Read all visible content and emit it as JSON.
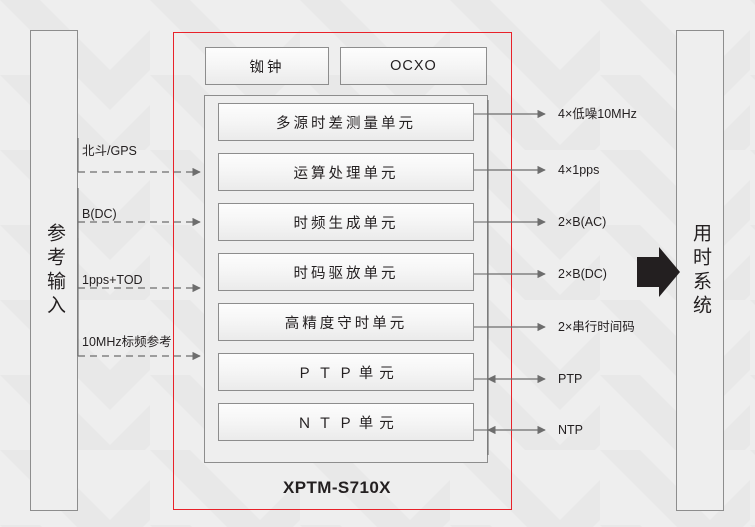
{
  "diagram": {
    "title_model": "XPTM-S710X",
    "accent_color": "#e8222a",
    "background_color": "#eeeeee",
    "line_color": "#6d6d6d",
    "box_border_color": "#8d8d8d"
  },
  "left_block": {
    "label": "参考输入"
  },
  "right_block": {
    "label": "用时系统"
  },
  "inputs": [
    {
      "label": "北斗/GPS"
    },
    {
      "label": "B(DC)"
    },
    {
      "label": "1pps+TOD"
    },
    {
      "label": "10MHz标频参考",
      "unit_sub": "z"
    }
  ],
  "clock_boxes": [
    {
      "label": "铷钟"
    },
    {
      "label": "OCXO"
    }
  ],
  "units": [
    {
      "label": "多源时差测量单元"
    },
    {
      "label": "运算处理单元"
    },
    {
      "label": "时频生成单元"
    },
    {
      "label": "时码驱放单元"
    },
    {
      "label": "高精度守时单元"
    },
    {
      "label": "Ｐ Ｔ Ｐ 单 元"
    },
    {
      "label": "Ｎ Ｔ Ｐ 单 元"
    }
  ],
  "outputs": [
    {
      "label": "4×低噪10MHz",
      "bidirectional": false
    },
    {
      "label": "4×1pps",
      "bidirectional": false
    },
    {
      "label": "2×B(AC)",
      "bidirectional": false
    },
    {
      "label": "2×B(DC)",
      "bidirectional": false
    },
    {
      "label": "2×串行时间码",
      "bidirectional": false
    },
    {
      "label": "PTP",
      "bidirectional": true
    },
    {
      "label": "NTP",
      "bidirectional": true
    }
  ]
}
